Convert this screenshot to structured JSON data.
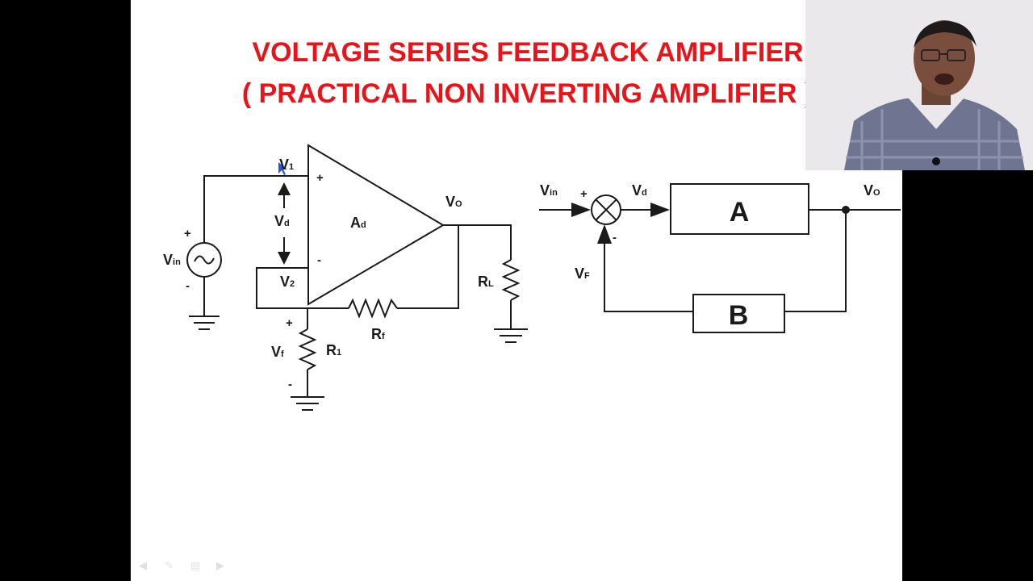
{
  "slide": {
    "title_line1": "VOLTAGE SERIES FEEDBACK AMPLIFIER",
    "title_line2": "( PRACTICAL NON INVERTING AMPLIFIER )"
  },
  "circuit": {
    "opamp_gain": {
      "main": "A",
      "sub": "d"
    },
    "v1": {
      "main": "V",
      "sub": "1"
    },
    "v2": {
      "main": "V",
      "sub": "2"
    },
    "vd": {
      "main": "V",
      "sub": "d"
    },
    "vin": {
      "main": "V",
      "sub": "in"
    },
    "vo": {
      "main": "V",
      "sub": "O"
    },
    "rl": {
      "main": "R",
      "sub": "L"
    },
    "rf": {
      "main": "R",
      "sub": "f"
    },
    "r1": {
      "main": "R",
      "sub": "1"
    },
    "vf": {
      "main": "V",
      "sub": "f"
    },
    "plus": "+",
    "minus": "-"
  },
  "block_diagram": {
    "vin": {
      "main": "V",
      "sub": "in"
    },
    "vd": {
      "main": "V",
      "sub": "d"
    },
    "vo": {
      "main": "V",
      "sub": "O"
    },
    "vf": {
      "main": "V",
      "sub": "F"
    },
    "block_a": "A",
    "block_b": "B",
    "plus": "+",
    "minus": "-"
  }
}
